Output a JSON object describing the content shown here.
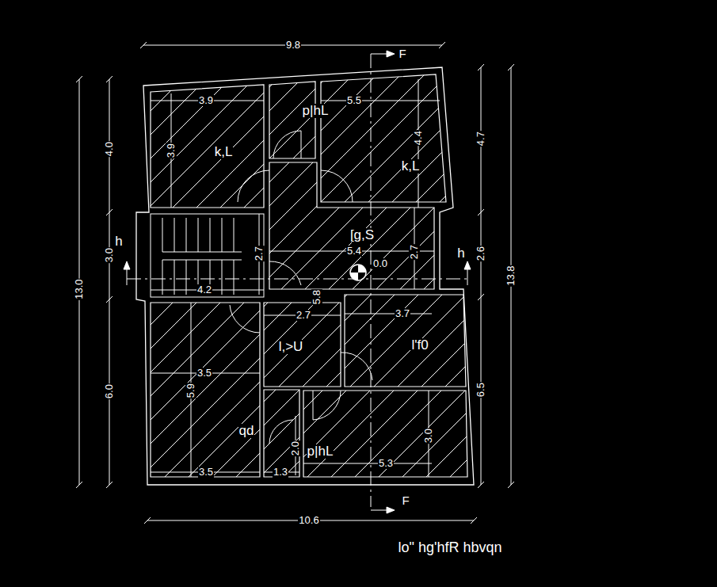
{
  "diagram": {
    "caption": "lo\" hg'hfR hbvqn",
    "labels": [
      "9.8",
      "F",
      "13.0",
      "4.0",
      "3.0",
      "6.0",
      "13.8",
      "4.7",
      "2.6",
      "6.5",
      "3.9",
      "3.9",
      "k,L",
      "p|hL",
      "5.5",
      "4.4",
      "k,L",
      "h",
      "[g,S",
      "2.7",
      "5.4",
      "2.7",
      "h",
      "0.0",
      "4.2",
      "5.8",
      "2.7",
      "3.7",
      "l,>U",
      "l'f0",
      "3.5",
      "5.9",
      "qd",
      "2.0",
      "p|hL",
      "5.3",
      "3.0",
      "3.5",
      "1.3",
      "F",
      "10.6"
    ]
  }
}
